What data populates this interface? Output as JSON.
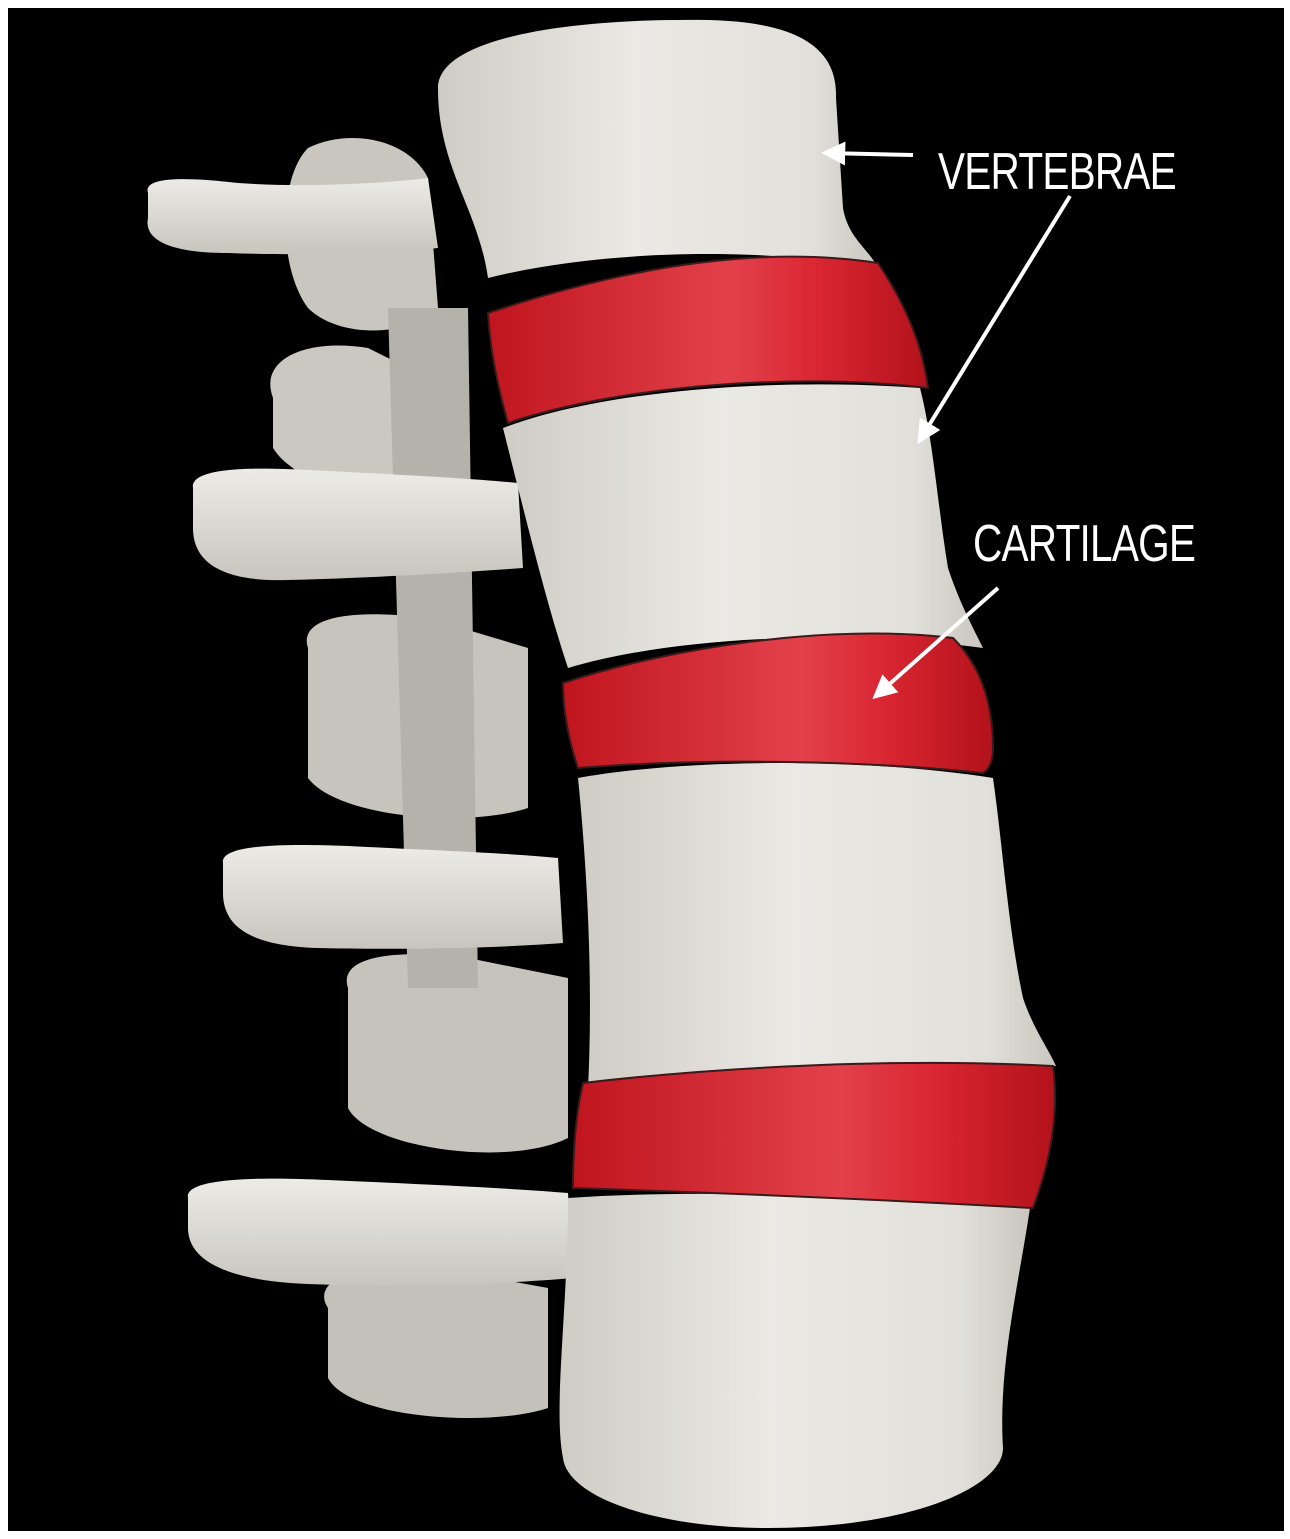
{
  "labels": {
    "vertebrae": "VERTEBRAE",
    "cartilage": "CARTILAGE"
  },
  "colors": {
    "background": "#000000",
    "bone": "#e6e4df",
    "bone_shadow": "#b9b6ae",
    "cartilage": "#d81f2c",
    "cartilage_highlight": "#ef5a63",
    "label_text": "#ffffff",
    "arrow": "#ffffff"
  },
  "structures": {
    "vertebra_count": 4,
    "disc_count": 3
  }
}
